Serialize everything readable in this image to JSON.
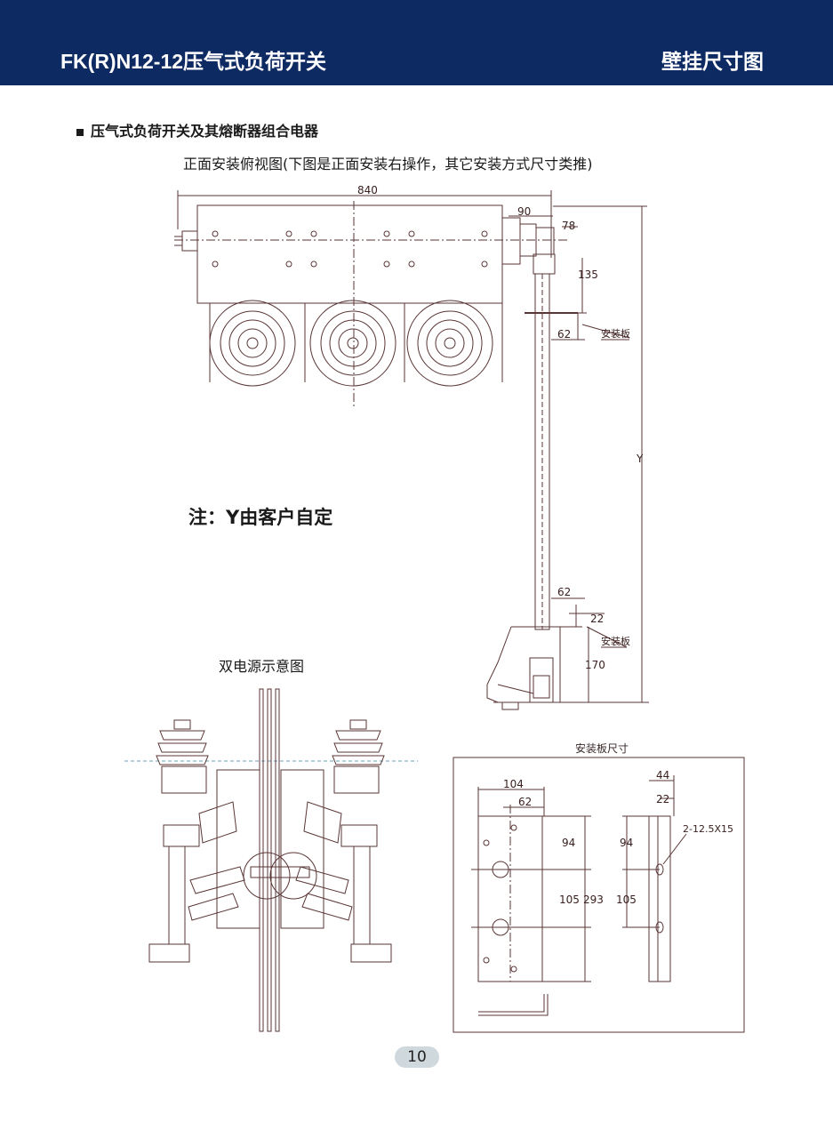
{
  "header": {
    "title": "FK(R)N12-12压气式负荷开关",
    "section": "壁挂尺寸图"
  },
  "bullet_title": "压气式负荷开关及其熔断器组合电器",
  "subtitle": "正面安装俯视图(下图是正面安装右操作，其它安装方式尺寸类推)",
  "note": "注：Y由客户自定",
  "dual_power_title": "双电源示意图",
  "plate_title": "安装板尺寸",
  "dims_top": {
    "d840": "840",
    "d90": "90",
    "d78": "78",
    "d135": "135",
    "d62a": "62",
    "plate_a": "安装板",
    "y": "Y",
    "d62b": "62",
    "d22": "22",
    "plate_b": "安装板",
    "d170": "170"
  },
  "dims_plate": {
    "d104": "104",
    "d62": "62",
    "d94a": "94",
    "d105a": "105",
    "d293": "293",
    "d44": "44",
    "d22": "22",
    "d94b": "94",
    "d105b": "105",
    "hole": "2-12.5X15"
  },
  "page_number": "10",
  "colors": {
    "header_bg": "#0e2a63",
    "line": "#5a3535"
  }
}
